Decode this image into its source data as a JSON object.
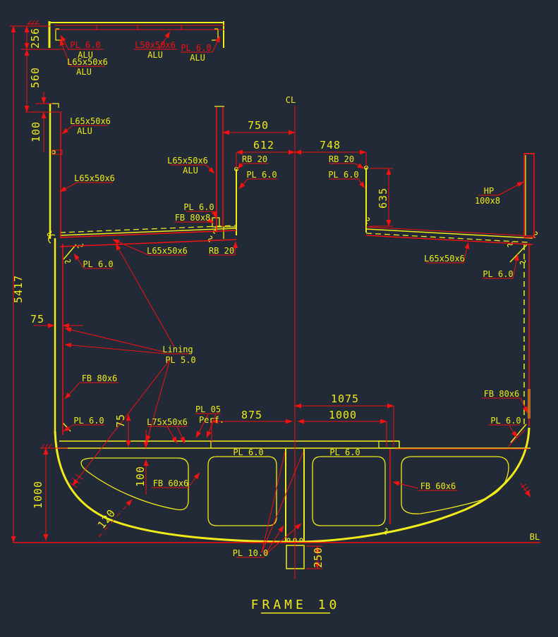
{
  "colors": {
    "background": "#222937",
    "yellow": "#f0ec1a",
    "red": "#f31111"
  },
  "title": "FRAME 10",
  "centerline_label": "CL",
  "baseline_label": "BL",
  "dims": {
    "d256": "256",
    "d560": "560",
    "d100_top": "100",
    "d5417": "5417",
    "d75_side": "75",
    "d1000_left": "1000",
    "d750": "750",
    "d612": "612",
    "d748": "748",
    "d635": "635",
    "d875": "875",
    "d1000_bottom": "1000",
    "d1075": "1075",
    "d75_floor": "75",
    "d100_floor": "100",
    "d120": "120",
    "d250": "250"
  },
  "labels": {
    "pl_6": "PL 6.0",
    "alu": "ALU",
    "l65": "L65x50x6",
    "l50": "L50x50x6",
    "rb_20": "RB 20",
    "fb_80x8": "FB 80x8",
    "fb_80x6": "FB 80x6",
    "fb_60x6": "FB 60x6",
    "l75": "L75x50x6",
    "pl_05": "PL 05",
    "perf": "Perf.",
    "lining": "Lining",
    "pl_5": "PL 5.0",
    "pl_10": "PL 10.0",
    "hp": "HP",
    "hp_size": "100x8"
  }
}
